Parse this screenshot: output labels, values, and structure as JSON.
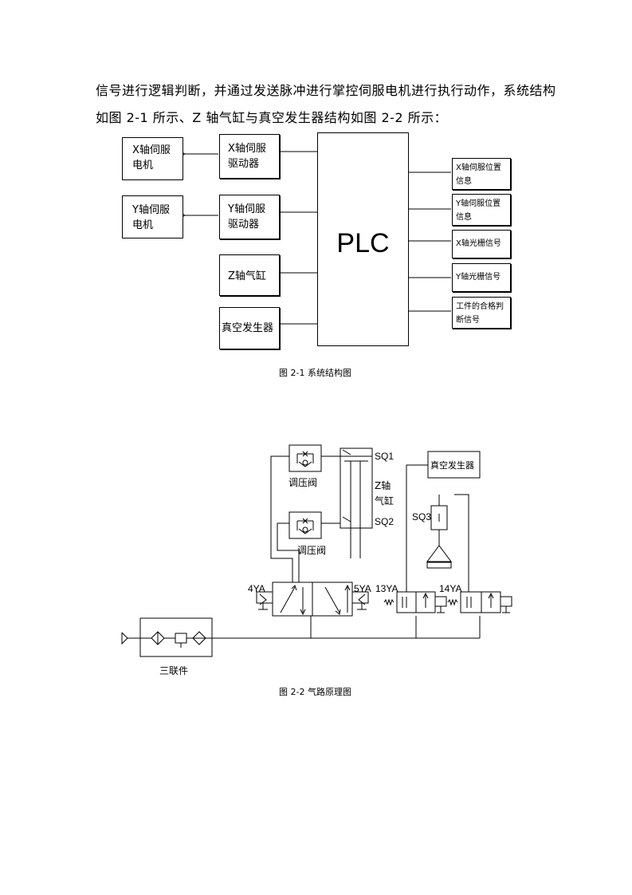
{
  "paragraph": {
    "line1": "信号进行逻辑判断，并通过发送脉冲进行掌控伺服电机进行执行动作，系统结构",
    "line2": "如图 2-1 所示、Z 轴气缸与真空发生器结构如图 2-2 所示："
  },
  "figure1": {
    "outputs": {
      "x_motor": [
        "X轴伺服",
        "电机"
      ],
      "x_driver": [
        "X轴伺服",
        "驱动器"
      ],
      "y_motor": [
        "Y轴伺服",
        "电机"
      ],
      "y_driver": [
        "Y轴伺服",
        "驱动器"
      ],
      "z_cylinder": "Z轴气缸",
      "vacuum": "真空发生器"
    },
    "plc": "PLC",
    "inputs": {
      "x_servo_pos": [
        "X轴伺服位置",
        "信息"
      ],
      "y_servo_pos": [
        "Y轴伺服位置",
        "信息"
      ],
      "x_grating": "X轴光栅信号",
      "y_grating": "Y轴光栅信号",
      "qualified": [
        "工件的合格判",
        "断信号"
      ]
    },
    "caption": "图 2-1 系统结构图"
  },
  "figure2": {
    "labels": {
      "valve_top": "调压阀",
      "valve_bottom": "调压阀",
      "sq1": "SQ1",
      "sq2": "SQ2",
      "sq3": "SQ3",
      "z_cylinder": [
        "Z轴",
        "气缸"
      ],
      "vacuum": "真空发生器",
      "ya4": "4YA",
      "ya5": "5YA",
      "ya13": "13YA",
      "ya14": "14YA",
      "frl": "三联件"
    },
    "caption": "图 2-2 气路原理图"
  }
}
